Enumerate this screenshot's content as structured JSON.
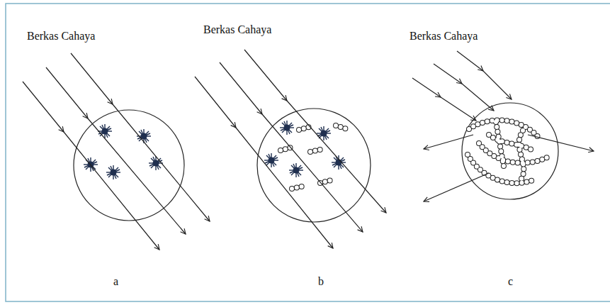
{
  "diagram": {
    "labels": [
      "Berkas Cahaya",
      "Berkas Cahaya",
      "Berkas Cahaya",
      "a",
      "b",
      "c"
    ]
  }
}
